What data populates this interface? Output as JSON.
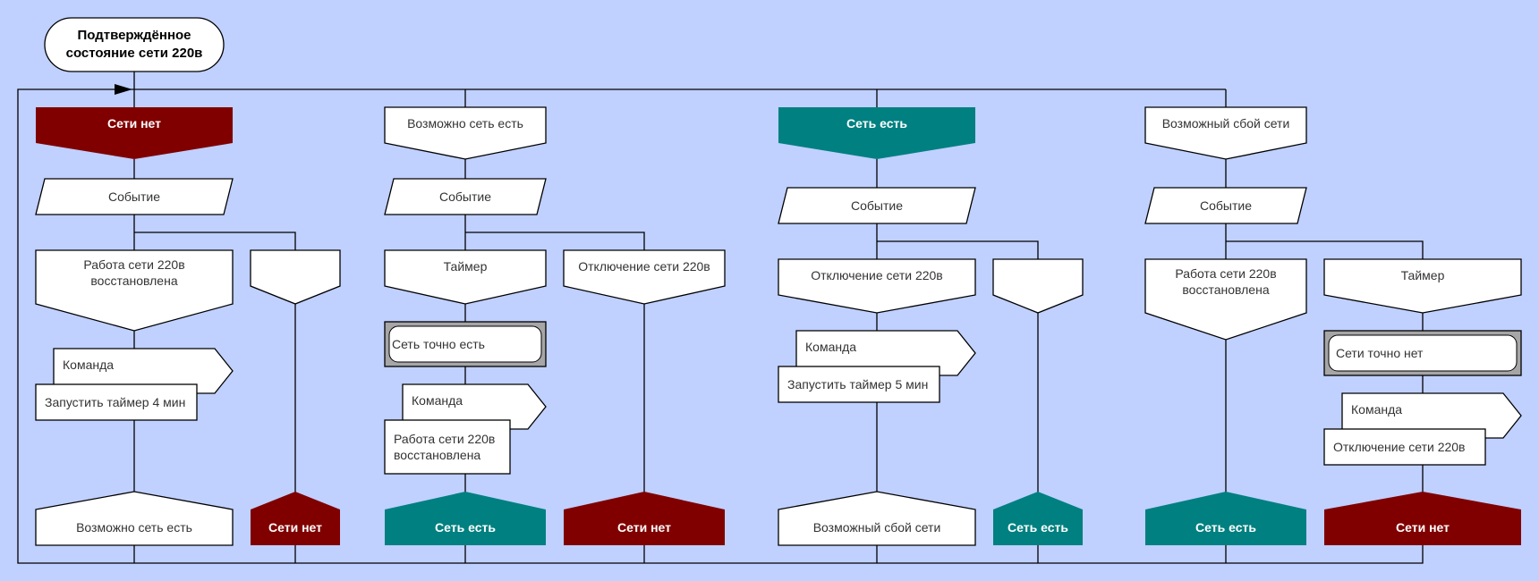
{
  "colors": {
    "background": "#C0D0FF",
    "no_power": "#800000",
    "power": "#008080",
    "stroke": "#000000",
    "fill": "#FFFFFF",
    "frame": "#A6A6A6"
  },
  "start": {
    "title": "Подтверждённое состояние сети 220в"
  },
  "columns": [
    {
      "state": "Сети нет",
      "state_style": "no_power",
      "event": "Событие",
      "branches": [
        {
          "label": "Работа сети 220в восстановлена",
          "command": "Команда",
          "command_text": "Запустить таймер 4 мин",
          "result": "Возможно сеть есть",
          "result_style": "white"
        },
        {
          "label": "",
          "result": "Сети нет",
          "result_style": "no_power"
        }
      ]
    },
    {
      "state": "Возможно сеть есть",
      "state_style": "white",
      "event": "Событие",
      "branches": [
        {
          "label": "Таймер",
          "confirm": "Сеть точно есть",
          "command": "Команда",
          "command_text": "Работа сети 220в восстановлена",
          "result": "Сеть есть",
          "result_style": "power"
        },
        {
          "label": "Отключение сети 220в",
          "result": "Сети нет",
          "result_style": "no_power"
        }
      ]
    },
    {
      "state": "Сеть есть",
      "state_style": "power",
      "event": "Событие",
      "branches": [
        {
          "label": "Отключение сети 220в",
          "command": "Команда",
          "command_text": "Запустить таймер 5 мин",
          "result": "Возможный сбой сети",
          "result_style": "white"
        },
        {
          "label": "",
          "result": "Сеть есть",
          "result_style": "power"
        }
      ]
    },
    {
      "state": "Возможный сбой сети",
      "state_style": "white",
      "event": "Событие",
      "branches": [
        {
          "label": "Работа сети 220в восстановлена",
          "result": "Сеть есть",
          "result_style": "power"
        },
        {
          "label": "Таймер",
          "confirm": "Сети точно нет",
          "command": "Команда",
          "command_text": "Отключение сети 220в",
          "result": "Сети нет",
          "result_style": "no_power"
        }
      ]
    }
  ]
}
